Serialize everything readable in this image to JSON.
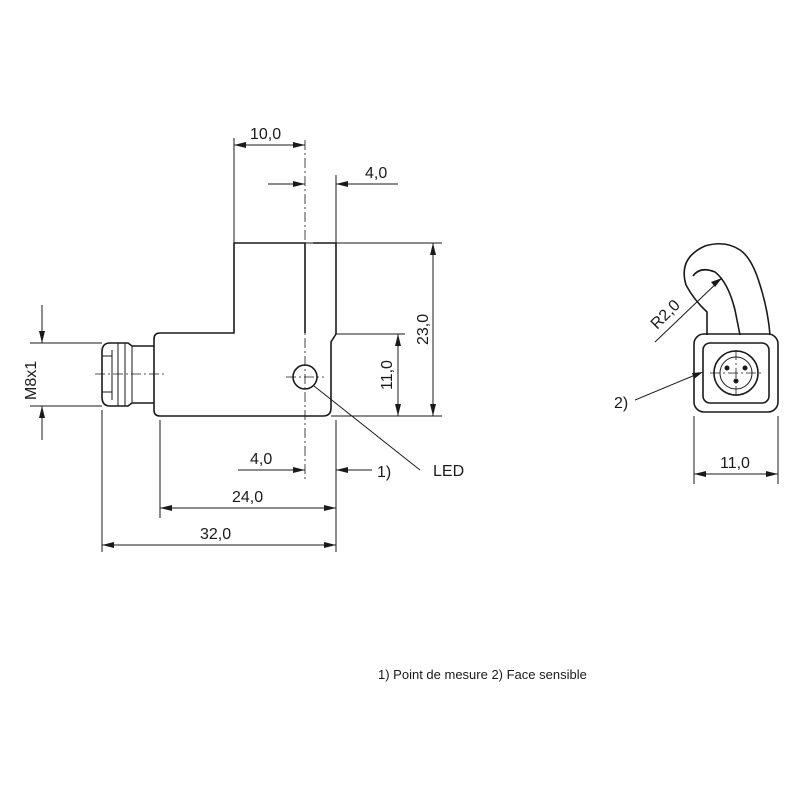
{
  "dimensions": {
    "width_top": "10,0",
    "offset_top": "4,0",
    "height_total": "23,0",
    "height_body": "11,0",
    "thread": "M8x1",
    "offset_bottom": "4,0",
    "length_body": "24,0",
    "length_total": "32,0",
    "radius": "R2,0",
    "width_side": "11,0"
  },
  "callouts": {
    "led": "LED",
    "measure_ref": "1)",
    "sensing_ref": "2)"
  },
  "footnote": "1) Point de mesure  2) Face sensible"
}
